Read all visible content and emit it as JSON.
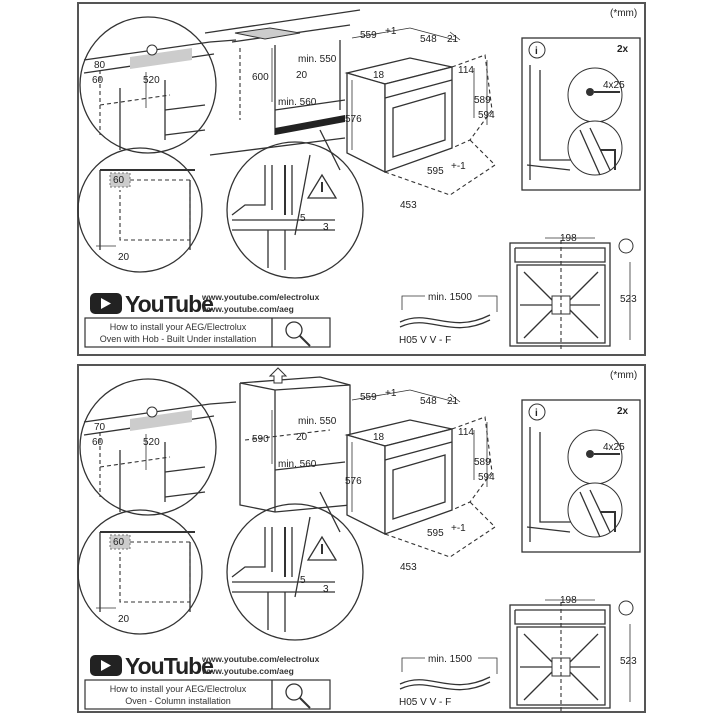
{
  "panels": [
    {
      "variant": "built-under",
      "units_note": "(*mm)",
      "dims": {
        "shelf_gap": "80",
        "side_gap": "60",
        "depth": "520",
        "corner": "60",
        "side_clear": "20",
        "height": "600",
        "min_depth": "min. 550",
        "rear_gap": "20",
        "min_width": "min. 560",
        "gap5": "5",
        "gap3": "3",
        "depth_total": "559",
        "depth_total_sup": "+1",
        "body_depth": "548",
        "front": "21",
        "top18": "18",
        "panel114": "114",
        "h576": "576",
        "h589": "589",
        "h594": "594",
        "w595": "595",
        "w595_sup": "+-1",
        "d453": "453"
      },
      "screw_qty": "2x",
      "screw_size": "4x25",
      "info_icon": "i",
      "front_dim_width": "198",
      "front_dim_height": "523",
      "cable_length": "min. 1500",
      "cable_type": "H05 V V - F",
      "youtube_logo": "YouTube",
      "urls": [
        "www.youtube.com/electrolux",
        "www.youtube.com/aeg"
      ],
      "video_caption": [
        "How to install your AEG/Electrolux",
        "Oven with Hob - Built Under installation"
      ]
    },
    {
      "variant": "column",
      "units_note": "(*mm)",
      "dims": {
        "shelf_gap": "70",
        "side_gap": "60",
        "depth": "520",
        "corner": "60",
        "side_clear": "20",
        "height": "590",
        "min_depth": "min. 550",
        "rear_gap": "20",
        "min_width": "min. 560",
        "gap5": "5",
        "gap3": "3",
        "depth_total": "559",
        "depth_total_sup": "+1",
        "body_depth": "548",
        "front": "21",
        "top18": "18",
        "panel114": "114",
        "h576": "576",
        "h589": "589",
        "h594": "594",
        "w595": "595",
        "w595_sup": "+-1",
        "d453": "453"
      },
      "screw_qty": "2x",
      "screw_size": "4x25",
      "info_icon": "i",
      "front_dim_width": "198",
      "front_dim_height": "523",
      "cable_length": "min. 1500",
      "cable_type": "H05 V V - F",
      "youtube_logo": "YouTube",
      "urls": [
        "www.youtube.com/electrolux",
        "www.youtube.com/aeg"
      ],
      "video_caption": [
        "How to install your AEG/Electrolux",
        "Oven - Column installation"
      ]
    }
  ]
}
